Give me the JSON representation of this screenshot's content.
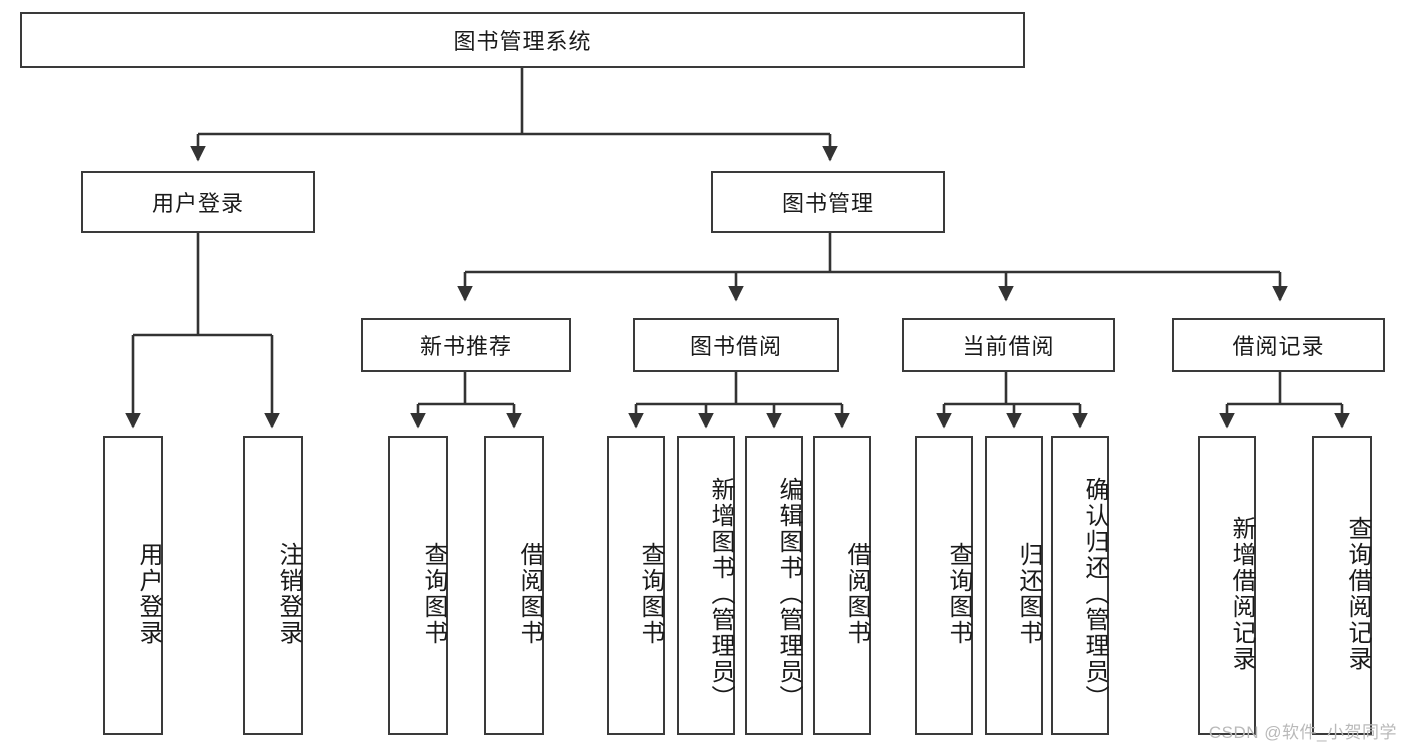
{
  "diagram": {
    "title": "图书管理系统",
    "type": "tree",
    "watermark": "CSDN @软件_小贺同学",
    "colors": {
      "box_border": "#3a3a3a",
      "box_fill": "#ffffff",
      "edge": "#333333",
      "text": "#1a1a1a",
      "watermark": "#b9b9b9",
      "background": "#ffffff"
    },
    "levels": {
      "root": {
        "label": "图书管理系统"
      },
      "level2": [
        {
          "label": "用户登录"
        },
        {
          "label": "图书管理"
        }
      ],
      "level3": [
        {
          "label": "新书推荐"
        },
        {
          "label": "图书借阅"
        },
        {
          "label": "当前借阅"
        },
        {
          "label": "借阅记录"
        }
      ],
      "leaves": {
        "user_login": [
          {
            "label": "用户登录"
          },
          {
            "label": "注销登录"
          }
        ],
        "new_book_recommend": [
          {
            "label": "查询图书"
          },
          {
            "label": "借阅图书"
          }
        ],
        "book_borrow": [
          {
            "label": "查询图书"
          },
          {
            "label": "新增图书（管理员）"
          },
          {
            "label": "编辑图书（管理员）"
          },
          {
            "label": "借阅图书"
          }
        ],
        "current_borrow": [
          {
            "label": "查询图书"
          },
          {
            "label": "归还图书"
          },
          {
            "label": "确认归还（管理员）"
          }
        ],
        "borrow_record": [
          {
            "label": "新增借阅记录"
          },
          {
            "label": "查询借阅记录"
          }
        ]
      }
    }
  }
}
